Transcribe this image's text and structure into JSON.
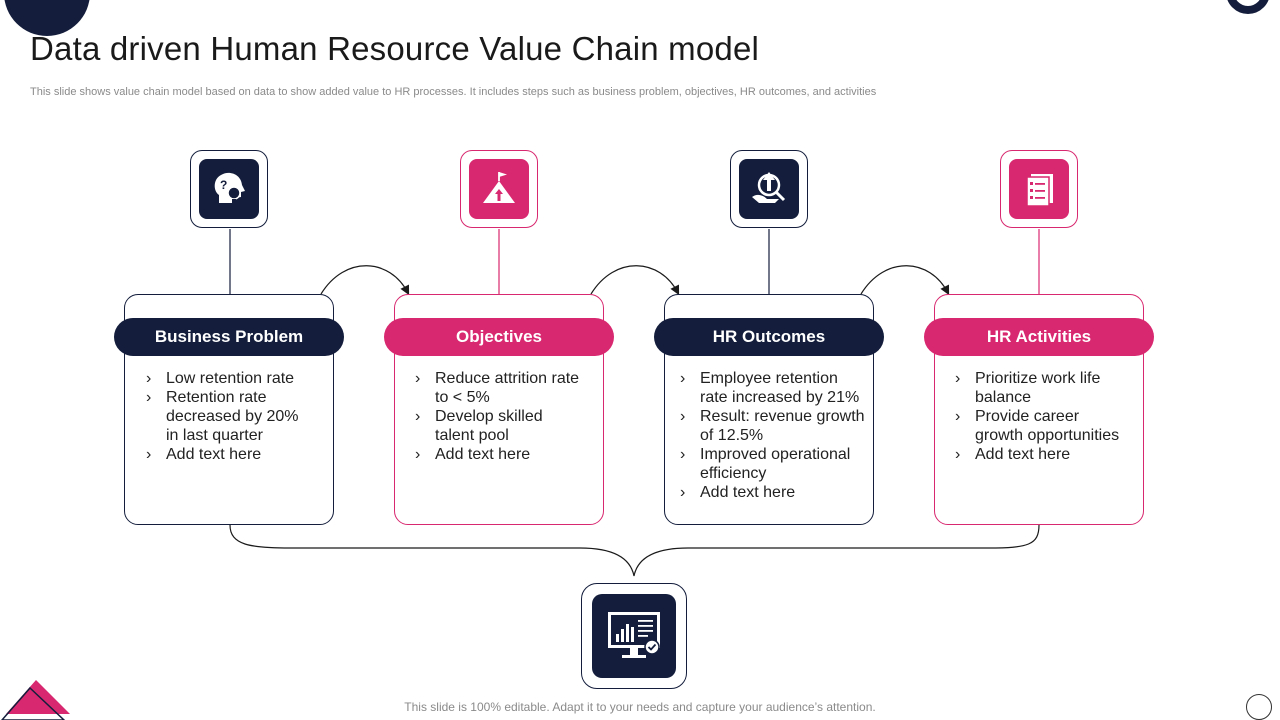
{
  "slide": {
    "title": "Data driven Human Resource Value Chain model",
    "subtitle": "This slide shows value chain model based on data to show added value to HR processes. It includes steps such as business problem, objectives, HR outcomes, and activities",
    "footer": "This slide is 100% editable. Adapt it to your needs and capture your audience’s attention."
  },
  "colors": {
    "navy": "#141e3c",
    "pink": "#d8286f"
  },
  "stages": [
    {
      "heading": "Business Problem",
      "icon": "idea-head-icon",
      "bullets": [
        "Low retention rate",
        "Retention rate decreased by 20% in last quarter",
        "Add text here"
      ]
    },
    {
      "heading": "Objectives",
      "icon": "mountain-flag-icon",
      "bullets": [
        "Reduce attrition rate to < 5%",
        "Develop skilled talent pool",
        "Add text here"
      ]
    },
    {
      "heading": "HR Outcomes",
      "icon": "hand-growth-icon",
      "bullets": [
        "Employee retention rate increased by 21%",
        "Result:  revenue growth of 12.5%",
        "Improved operational efficiency",
        "Add text here"
      ]
    },
    {
      "heading": "HR Activities",
      "icon": "checklist-icon",
      "bullets": [
        "Prioritize work life balance",
        "Provide career growth opportunities",
        "Add text here"
      ]
    }
  ],
  "bottom_icon": "monitor-chart-icon"
}
